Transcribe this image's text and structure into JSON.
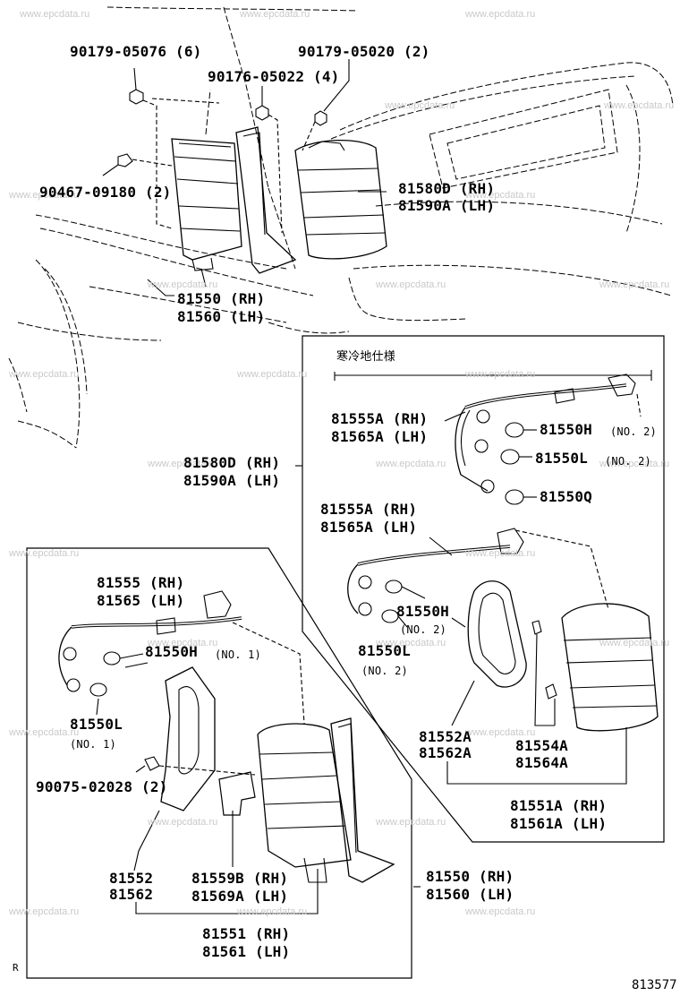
{
  "watermark": "www.epcdata.ru",
  "diagram_code": "813577",
  "corner_mark": "R",
  "top_labels": {
    "nut1": "90179-05076 (6)",
    "nut2": "90179-05020 (2)",
    "clip": "90176-05022 (4)",
    "screw": "90467-09180 (2)",
    "lens_rh": "81580D (RH)",
    "lens_lh": "81590A (LH)",
    "lamp_rh": "81550 (RH)",
    "lamp_lh": "81560 (LH)"
  },
  "right_box": {
    "header": "寒冷地仕様",
    "socket_a1": "81555A (RH)",
    "socket_a1_lh": "81565A (LH)",
    "bulb_h": "81550H",
    "bulb_h_no": "(NO. 2)",
    "bulb_l": "81550L",
    "bulb_l_no": "(NO. 2)",
    "bulb_q": "81550Q",
    "lens_rh": "81580D (RH)",
    "lens_lh": "81590A (LH)",
    "socket_a2": "81555A (RH)",
    "socket_a2_lh": "81565A (LH)",
    "bulb_h2": "81550H",
    "bulb_h2_no": "(NO. 2)",
    "bulb_l2": "81550L",
    "bulb_l2_no": "(NO. 2)",
    "gasket": "81552A",
    "gasket_lh": "81562A",
    "clip": "81554A",
    "clip_lh": "81564A",
    "body_rh": "81551A (RH)",
    "body_lh": "81561A (LH)"
  },
  "left_box": {
    "socket_rh": "81555 (RH)",
    "socket_lh": "81565 (LH)",
    "bulb_h": "81550H",
    "bulb_h_no": "(NO. 1)",
    "bulb_l": "81550L",
    "bulb_l_no": "(NO. 1)",
    "screw": "90075-02028 (2)",
    "gasket": "81552",
    "gasket_lh": "81562",
    "bracket_rh": "81559B (RH)",
    "bracket_lh": "81569A (LH)",
    "body_rh": "81551 (RH)",
    "body_lh": "81561 (LH)",
    "lamp_rh": "81550 (RH)",
    "lamp_lh": "81560 (LH)"
  }
}
